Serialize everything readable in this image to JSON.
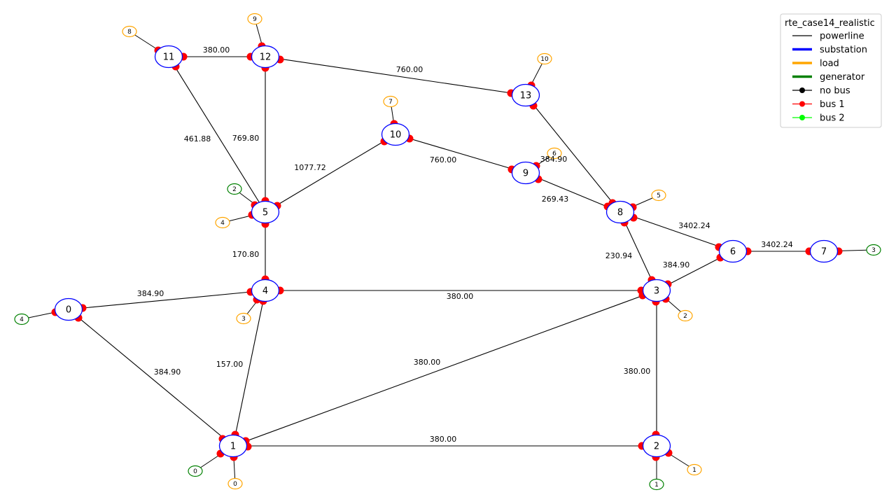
{
  "colors": {
    "powerline": "#000000",
    "substation": "#0000ff",
    "load": "#ffa500",
    "generator": "#008000",
    "no_bus": "#000000",
    "bus1": "#ff0000",
    "bus2": "#00ff00"
  },
  "legend": {
    "title": "rte_case14_realistic",
    "placement": "top-right",
    "items": [
      {
        "label": "powerline",
        "kind": "line-thin",
        "color": "#000000"
      },
      {
        "label": "substation",
        "kind": "line-thick",
        "color": "#0000ff"
      },
      {
        "label": "load",
        "kind": "line-thick",
        "color": "#ffa500"
      },
      {
        "label": "generator",
        "kind": "line-thick",
        "color": "#008000"
      },
      {
        "label": "no bus",
        "kind": "line-dot",
        "color": "#000000"
      },
      {
        "label": "bus 1",
        "kind": "line-dot",
        "color": "#ff0000"
      },
      {
        "label": "bus 2",
        "kind": "line-dot",
        "color": "#00ff00"
      }
    ]
  },
  "substations": [
    {
      "id": "0",
      "label": "0"
    },
    {
      "id": "1",
      "label": "1"
    },
    {
      "id": "2",
      "label": "2"
    },
    {
      "id": "3",
      "label": "3"
    },
    {
      "id": "4",
      "label": "4"
    },
    {
      "id": "5",
      "label": "5"
    },
    {
      "id": "6",
      "label": "6"
    },
    {
      "id": "7",
      "label": "7"
    },
    {
      "id": "8",
      "label": "8"
    },
    {
      "id": "9",
      "label": "9"
    },
    {
      "id": "10",
      "label": "10"
    },
    {
      "id": "11",
      "label": "11"
    },
    {
      "id": "12",
      "label": "12"
    },
    {
      "id": "13",
      "label": "13"
    }
  ],
  "lines": [
    {
      "from": "0",
      "to": "1",
      "label": "384.90"
    },
    {
      "from": "0",
      "to": "4",
      "label": "384.90"
    },
    {
      "from": "1",
      "to": "2",
      "label": "380.00"
    },
    {
      "from": "1",
      "to": "3",
      "label": "380.00"
    },
    {
      "from": "1",
      "to": "4",
      "label": "157.00"
    },
    {
      "from": "2",
      "to": "3",
      "label": "380.00"
    },
    {
      "from": "3",
      "to": "4",
      "label": "380.00"
    },
    {
      "from": "3",
      "to": "6",
      "label": "384.90"
    },
    {
      "from": "3",
      "to": "8",
      "label": "230.94"
    },
    {
      "from": "4",
      "to": "5",
      "label": "170.80"
    },
    {
      "from": "5",
      "to": "10",
      "label": "1077.72"
    },
    {
      "from": "5",
      "to": "11",
      "label": "461.88"
    },
    {
      "from": "5",
      "to": "12",
      "label": "769.80"
    },
    {
      "from": "8",
      "to": "9",
      "label": "269.43"
    },
    {
      "from": "8",
      "to": "13",
      "label": "384.90"
    },
    {
      "from": "9",
      "to": "10",
      "label": "760.00"
    },
    {
      "from": "11",
      "to": "12",
      "label": "380.00"
    },
    {
      "from": "12",
      "to": "13",
      "label": "760.00"
    },
    {
      "from": "6",
      "to": "8",
      "label": "3402.24"
    },
    {
      "from": "6",
      "to": "7",
      "label": "3402.24"
    }
  ],
  "loads": [
    {
      "sub": "1",
      "label": "0"
    },
    {
      "sub": "2",
      "label": "1"
    },
    {
      "sub": "3",
      "label": "2"
    },
    {
      "sub": "4",
      "label": "3"
    },
    {
      "sub": "5",
      "label": "4"
    },
    {
      "sub": "8",
      "label": "5"
    },
    {
      "sub": "9",
      "label": "6"
    },
    {
      "sub": "10",
      "label": "7"
    },
    {
      "sub": "11",
      "label": "8"
    },
    {
      "sub": "12",
      "label": "9"
    },
    {
      "sub": "13",
      "label": "10"
    }
  ],
  "generators": [
    {
      "sub": "1",
      "label": "0"
    },
    {
      "sub": "2",
      "label": "1"
    },
    {
      "sub": "5",
      "label": "2"
    },
    {
      "sub": "7",
      "label": "3"
    },
    {
      "sub": "0",
      "label": "4"
    }
  ]
}
